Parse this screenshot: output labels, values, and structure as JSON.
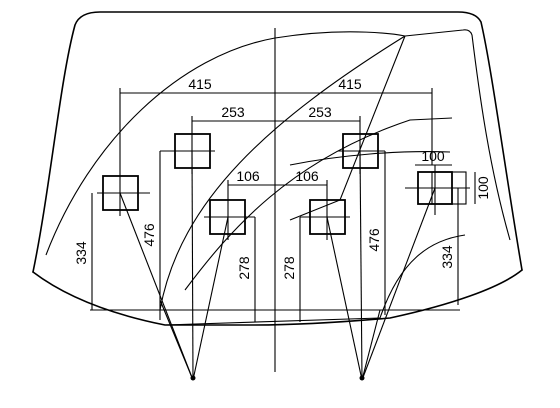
{
  "dimensions": {
    "upper_span_left": "415",
    "upper_span_right": "415",
    "mid_span_left": "253",
    "mid_span_right": "253",
    "inner_span_left": "106",
    "inner_span_right": "106",
    "target_width": "100",
    "target_height": "100",
    "outer_height_left": "334",
    "outer_height_right": "334",
    "mid_height_left": "476",
    "mid_height_right": "476",
    "inner_height_left": "278",
    "inner_height_right": "278"
  }
}
